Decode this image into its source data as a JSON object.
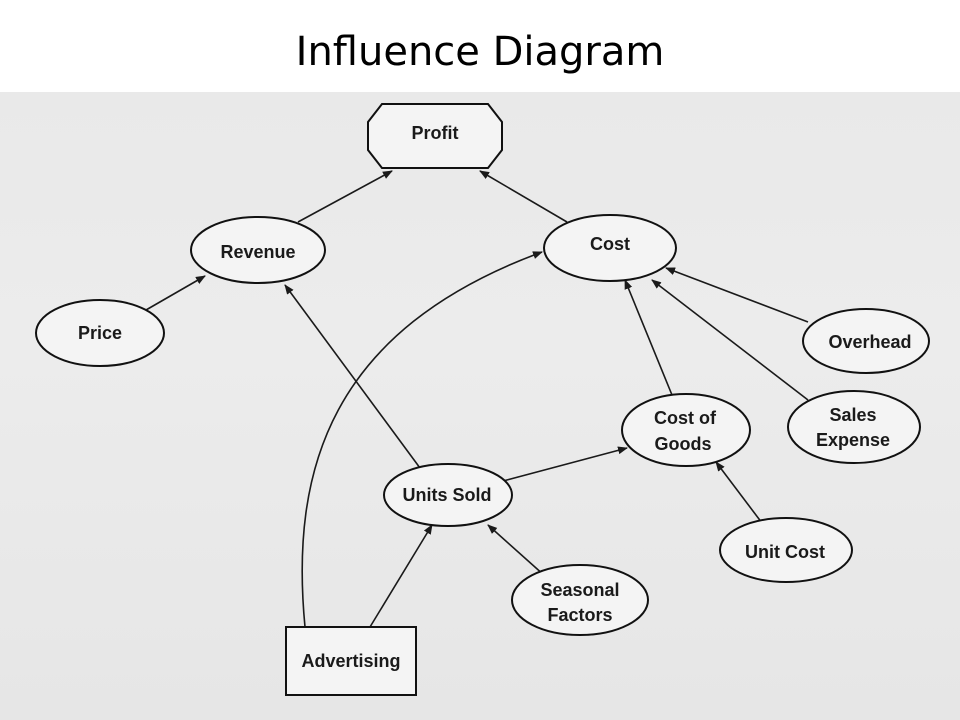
{
  "slide": {
    "title": "Influence Diagram"
  },
  "nodes": {
    "profit": "Profit",
    "revenue": "Revenue",
    "cost": "Cost",
    "price": "Price",
    "overhead": "Overhead",
    "sales_expense": [
      "Sales",
      "Expense"
    ],
    "cost_of_goods": [
      "Cost of",
      "Goods"
    ],
    "units_sold": "Units Sold",
    "unit_cost": "Unit Cost",
    "seasonal_factors": [
      "Seasonal",
      "Factors"
    ],
    "advertising": "Advertising"
  },
  "edges": [
    {
      "from": "Revenue",
      "to": "Profit"
    },
    {
      "from": "Cost",
      "to": "Profit"
    },
    {
      "from": "Price",
      "to": "Revenue"
    },
    {
      "from": "Units Sold",
      "to": "Revenue"
    },
    {
      "from": "Advertising",
      "to": "Cost"
    },
    {
      "from": "Overhead",
      "to": "Cost"
    },
    {
      "from": "Sales Expense",
      "to": "Cost"
    },
    {
      "from": "Cost of Goods",
      "to": "Cost"
    },
    {
      "from": "Units Sold",
      "to": "Cost of Goods"
    },
    {
      "from": "Unit Cost",
      "to": "Cost of Goods"
    },
    {
      "from": "Seasonal Factors",
      "to": "Units Sold"
    },
    {
      "from": "Advertising",
      "to": "Units Sold"
    }
  ]
}
